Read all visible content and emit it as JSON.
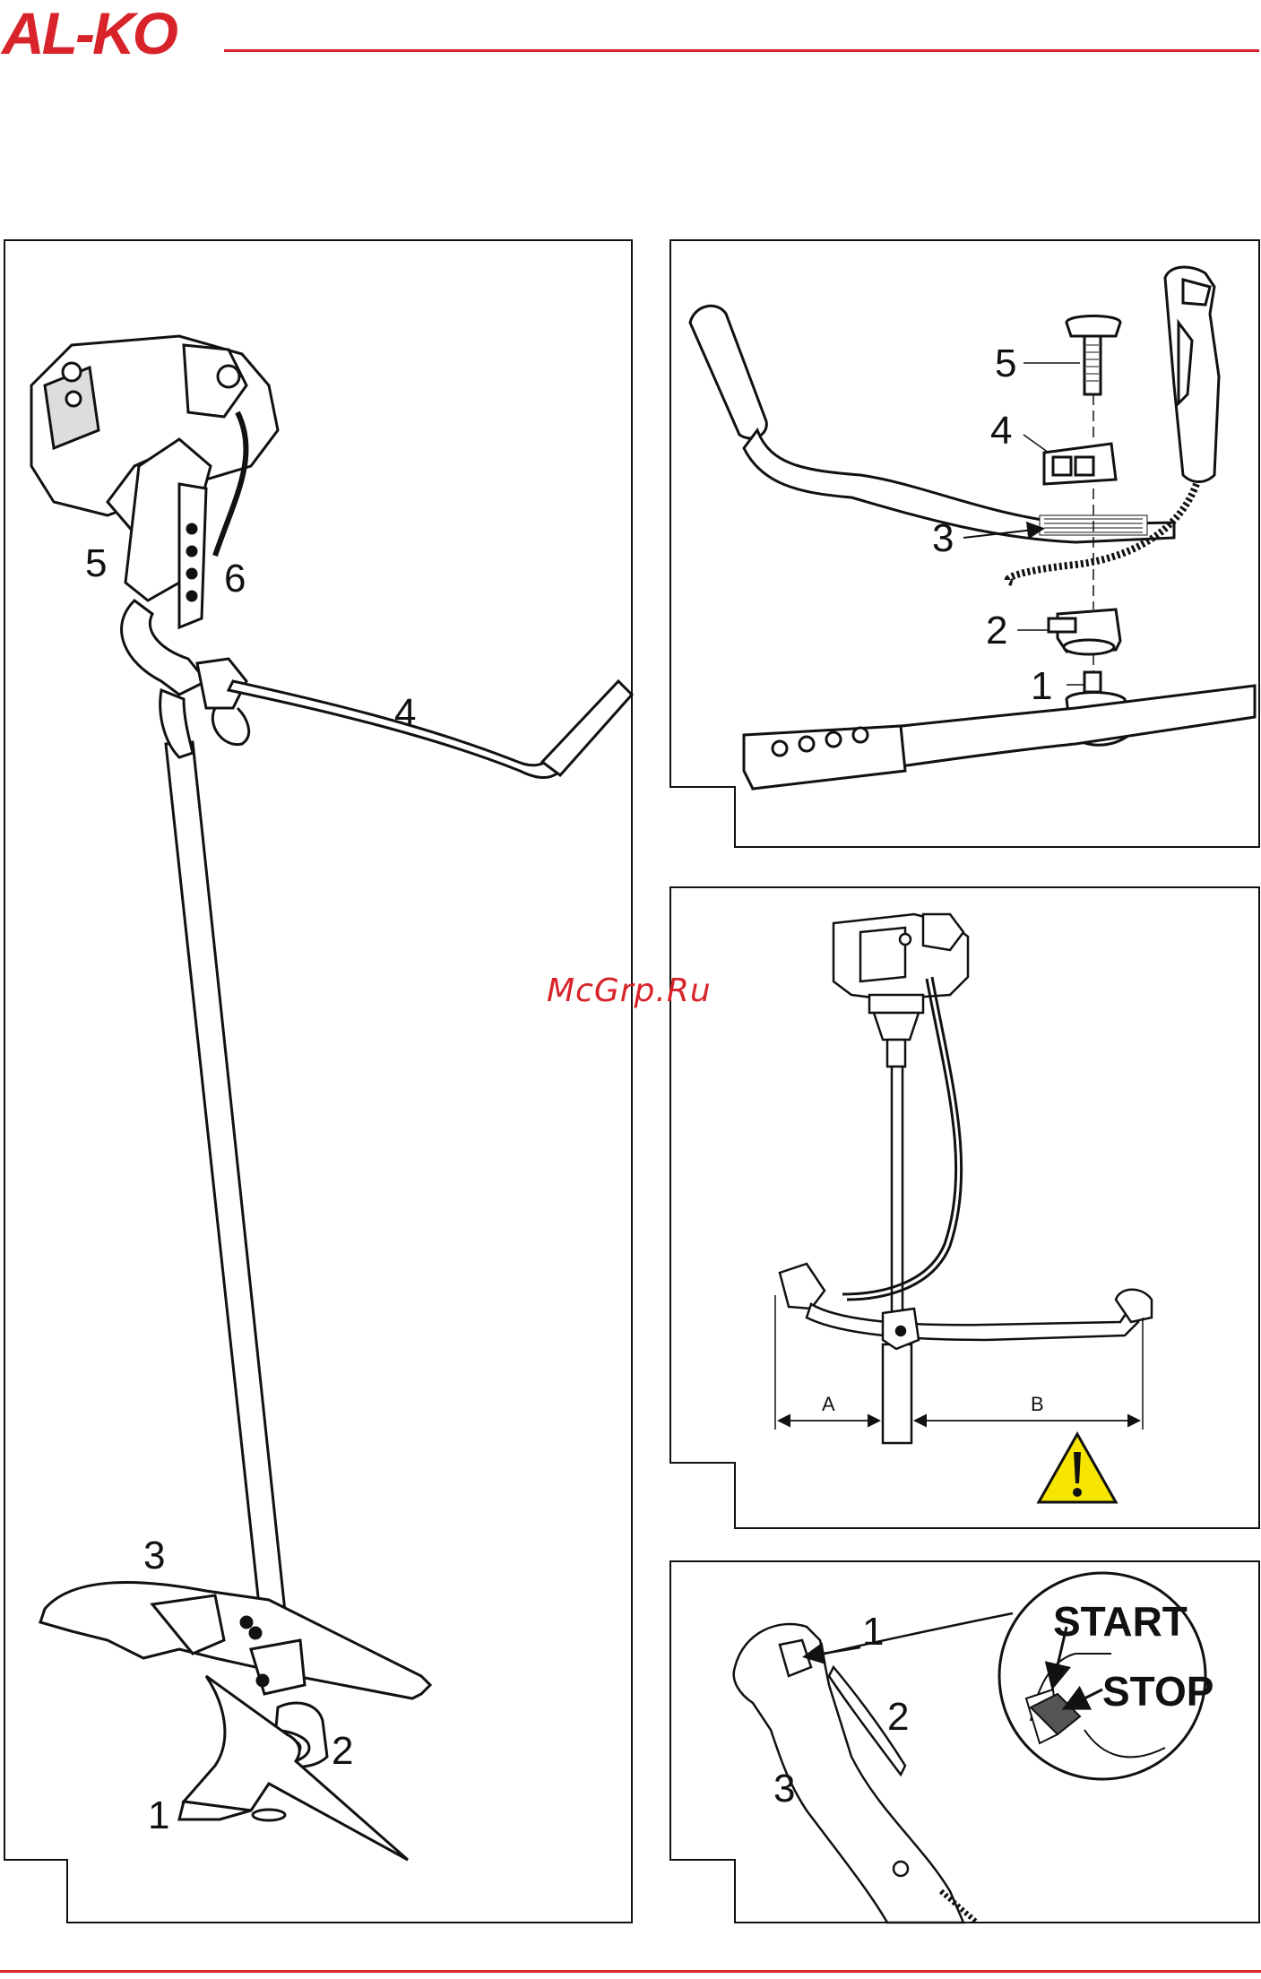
{
  "header": {
    "brand": "AL-KO"
  },
  "watermark": "McGrp.Ru",
  "figure_left": {
    "labels": {
      "l1": "1",
      "l2": "2",
      "l3": "3",
      "l4": "4",
      "l5": "5",
      "l6": "6"
    }
  },
  "figure_handle_assembly": {
    "labels": {
      "l1": "1",
      "l2": "2",
      "l3": "3",
      "l4": "4",
      "l5": "5"
    }
  },
  "figure_handle_position": {
    "dim_a": "A",
    "dim_b": "B",
    "icons": [
      "warning-triangle-icon"
    ]
  },
  "figure_switch": {
    "labels": {
      "l1": "1",
      "l2": "2",
      "l3": "3"
    },
    "start": "START",
    "stop": "STOP"
  },
  "colors": {
    "brand_red": "#d8232a",
    "warning_yellow": "#f5e500",
    "ink": "#111111"
  }
}
